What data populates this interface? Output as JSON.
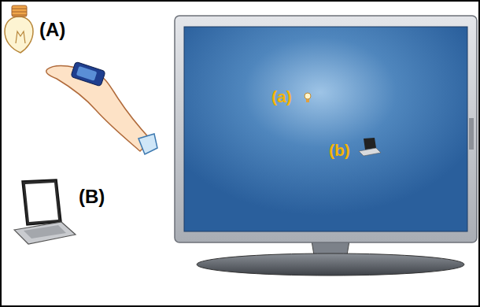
{
  "diagram": {
    "labels": [
      "(A)",
      "(B)",
      "(a)",
      "(b)"
    ]
  }
}
